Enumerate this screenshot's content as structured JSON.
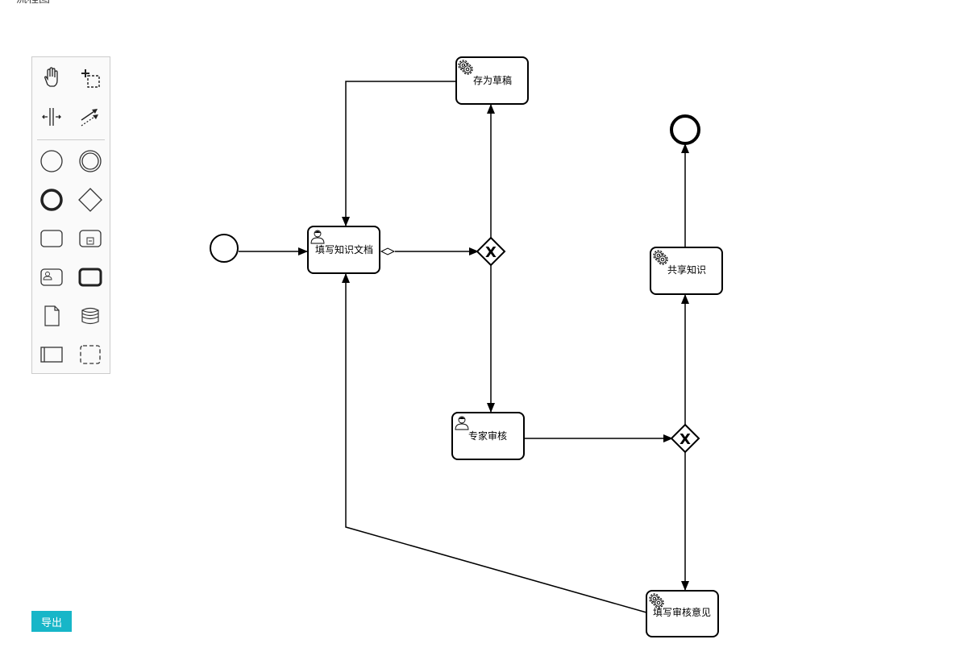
{
  "page": {
    "title": "流程图"
  },
  "palette": {
    "tools": [
      "hand-tool",
      "lasso-tool",
      "space-tool",
      "connect-tool",
      "start-event",
      "intermediate-event",
      "end-event",
      "exclusive-gateway",
      "task",
      "subprocess",
      "user-task",
      "call-activity",
      "data-object",
      "data-store",
      "participant-pool",
      "group"
    ]
  },
  "diagram": {
    "tasks": {
      "fill_doc": "填写知识文档",
      "save_draft": "存为草稿",
      "expert_review": "专家审核",
      "share_knowledge": "共享知识",
      "fill_opinion": "填写审核意见"
    },
    "gateway_marker": "X"
  },
  "toolbar": {
    "export_label": "导出"
  },
  "colors": {
    "export_button": "#17b6c8",
    "stroke": "#000000"
  }
}
